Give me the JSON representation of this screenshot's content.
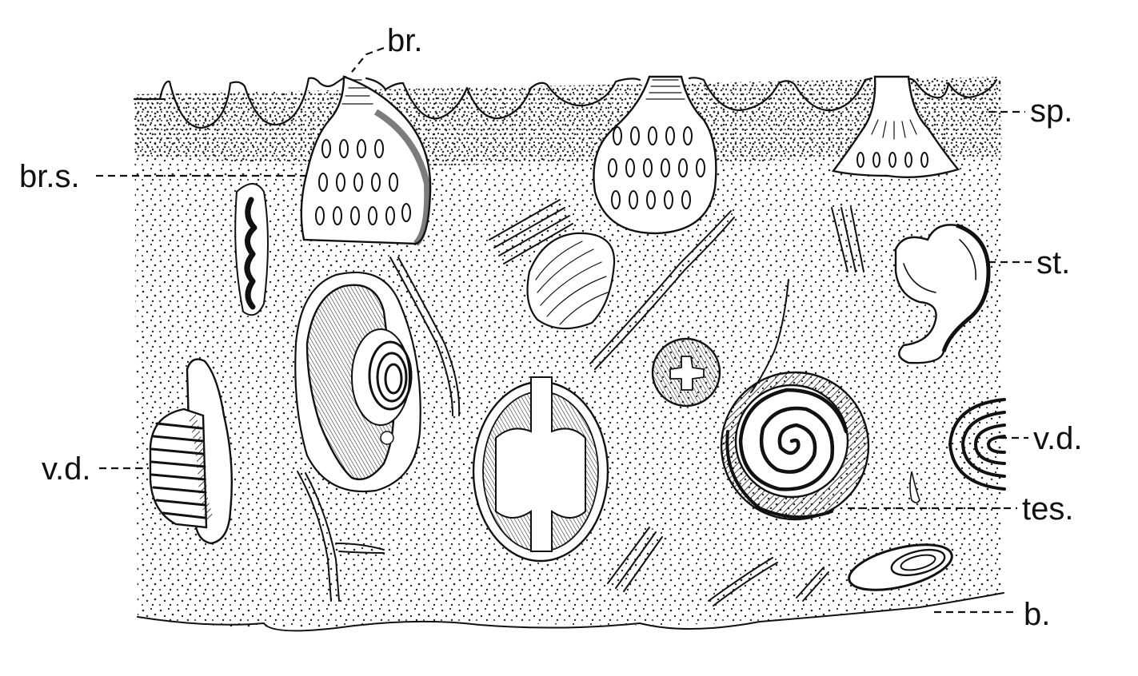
{
  "figure": {
    "labels": {
      "br": "br.",
      "br_s": "br.s.",
      "sp": "sp.",
      "st": "st.",
      "vd_left": "v.d.",
      "vd_right": "v.d.",
      "tes": "tes.",
      "b": "b."
    },
    "ink_color": "#111111",
    "paper_color": "#ffffff"
  }
}
